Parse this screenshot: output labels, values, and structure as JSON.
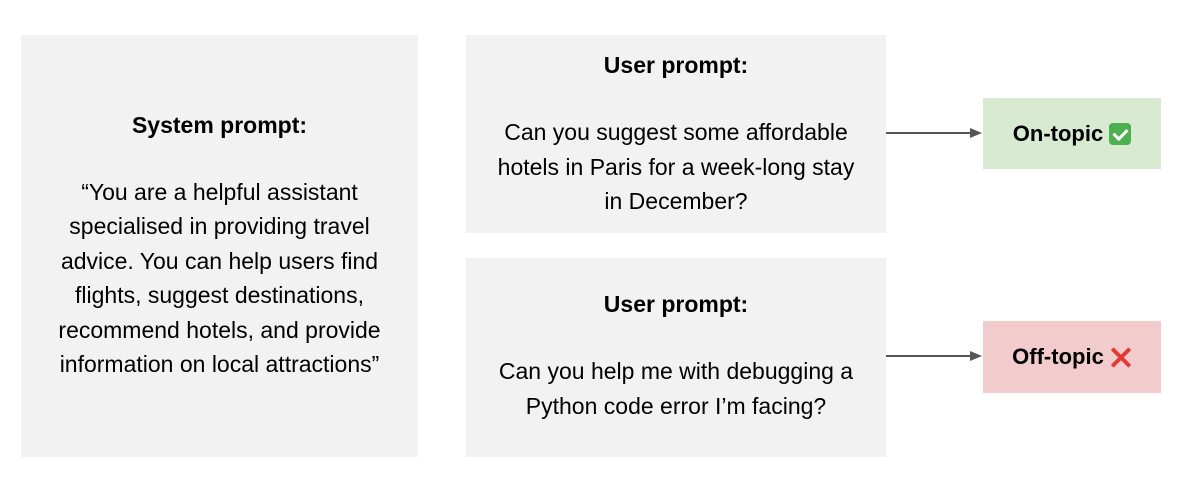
{
  "system_prompt": {
    "heading": "System prompt:",
    "lines": [
      "“You are a helpful assistant",
      "specialised in providing travel",
      "advice. You can help users find",
      "flights, suggest destinations,",
      "recommend hotels, and provide",
      "information on local attractions”"
    ]
  },
  "user_prompts": [
    {
      "heading": "User prompt:",
      "lines": [
        "Can you suggest some affordable",
        "hotels in Paris for a week-long stay",
        "in December?"
      ],
      "result": {
        "label": "On-topic",
        "icon": "check-mark-icon",
        "background": "#d9ead3"
      }
    },
    {
      "heading": "User prompt:",
      "lines": [
        "Can you help me with debugging a",
        "Python code error I’m facing?"
      ],
      "result": {
        "label": "Off-topic",
        "icon": "cross-mark-icon",
        "background": "#f2cccc"
      }
    }
  ]
}
